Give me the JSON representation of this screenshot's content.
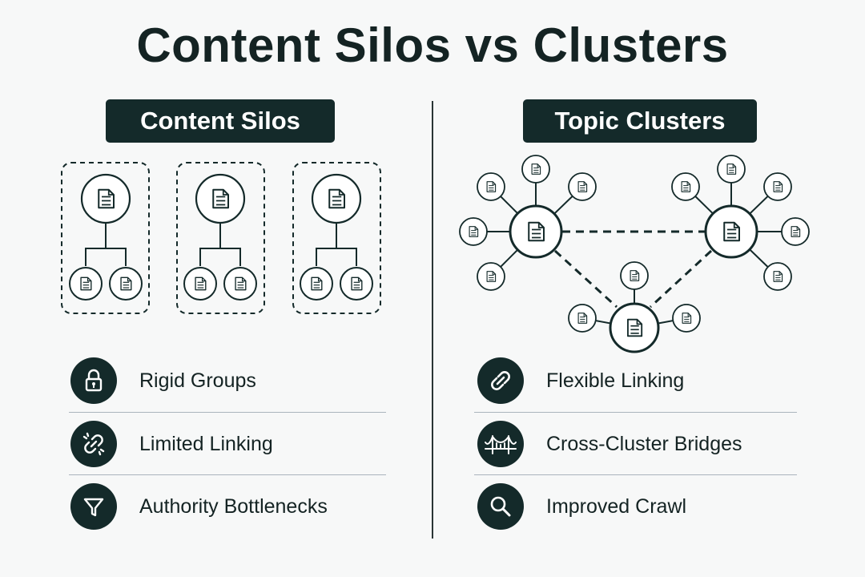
{
  "title": "Content Silos vs Clusters",
  "left": {
    "heading": "Content Silos",
    "features": [
      {
        "label": "Rigid Groups",
        "icon": "lock-icon"
      },
      {
        "label": "Limited Linking",
        "icon": "broken-link-icon"
      },
      {
        "label": "Authority Bottlenecks",
        "icon": "funnel-icon"
      }
    ]
  },
  "right": {
    "heading": "Topic Clusters",
    "features": [
      {
        "label": "Flexible Linking",
        "icon": "link-icon"
      },
      {
        "label": "Cross-Cluster Bridges",
        "icon": "bridge-icon"
      },
      {
        "label": "Improved Crawl",
        "icon": "magnifier-icon"
      }
    ]
  },
  "colors": {
    "dark": "#142a2a",
    "background": "#f7f8f8",
    "divider": "#aab4bd"
  }
}
